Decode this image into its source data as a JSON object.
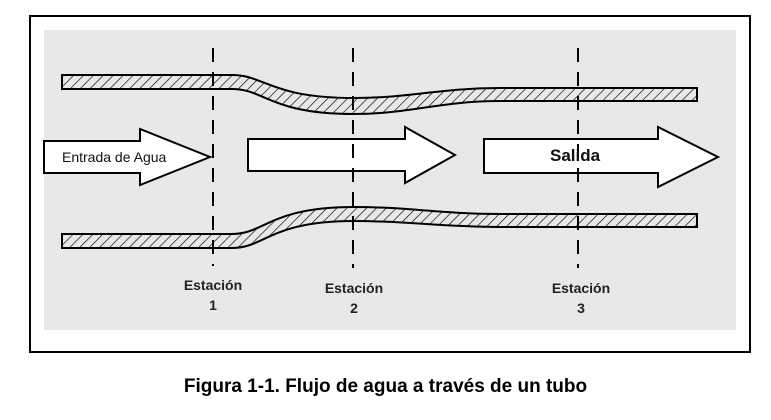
{
  "diagram": {
    "arrows": [
      {
        "label": "Entrada de Agua"
      },
      {
        "label": ""
      },
      {
        "label": "Salida"
      }
    ],
    "stations": [
      {
        "name": "Estación",
        "number": "1"
      },
      {
        "name": "Estación",
        "number": "2"
      },
      {
        "name": "Estación",
        "number": "3"
      }
    ]
  },
  "caption": "Figura 1-1.  Flujo de agua a través de un tubo",
  "colors": {
    "background": "#e8e8e8",
    "line": "#000000",
    "arrow_fill": "#ffffff"
  }
}
